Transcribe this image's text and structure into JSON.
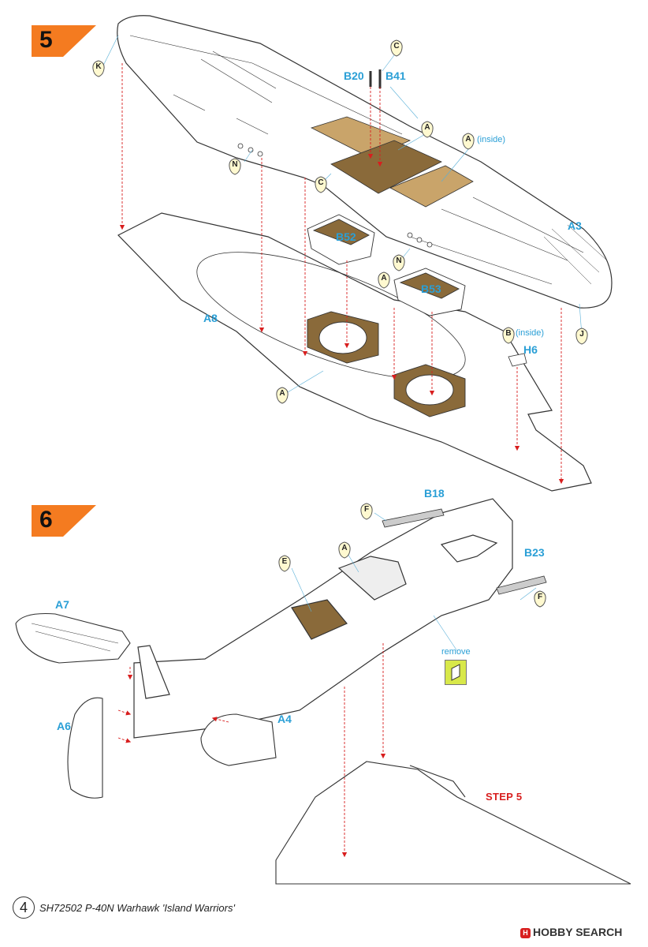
{
  "steps": [
    {
      "number": "5"
    },
    {
      "number": "6"
    }
  ],
  "parts": {
    "B20": "B20",
    "B41": "B41",
    "B52": "B52",
    "B53": "B53",
    "A3": "A3",
    "A8": "A8",
    "H6": "H6",
    "B18": "B18",
    "B23": "B23",
    "A7": "A7",
    "A6": "A6",
    "A4": "A4"
  },
  "notes": {
    "inside_a": "(inside)",
    "inside_b": "(inside)",
    "remove": "remove",
    "step_ref": "STEP 5"
  },
  "paint_codes": {
    "K": "K",
    "C1": "C",
    "C2": "C",
    "N1": "N",
    "N2": "N",
    "A1": "A",
    "A2": "A",
    "A3": "A",
    "A4": "A",
    "J": "J",
    "B": "B",
    "F1": "F",
    "F2": "F",
    "A5": "A",
    "E": "E"
  },
  "footer": {
    "page": "4",
    "title": "SH72502  P-40N Warhawk 'Island Warriors'"
  },
  "watermark": {
    "brand": "HOBBY SEARCH",
    "icon": "hobby-search-logo-icon"
  },
  "colors": {
    "step_badge": "#f47b20",
    "part_label": "#2a9fd6",
    "arrow": "#d81e1e",
    "interior_tan": "#c9a46a",
    "interior_dark": "#8a6a3a",
    "remove_box": "#d8e84a"
  }
}
